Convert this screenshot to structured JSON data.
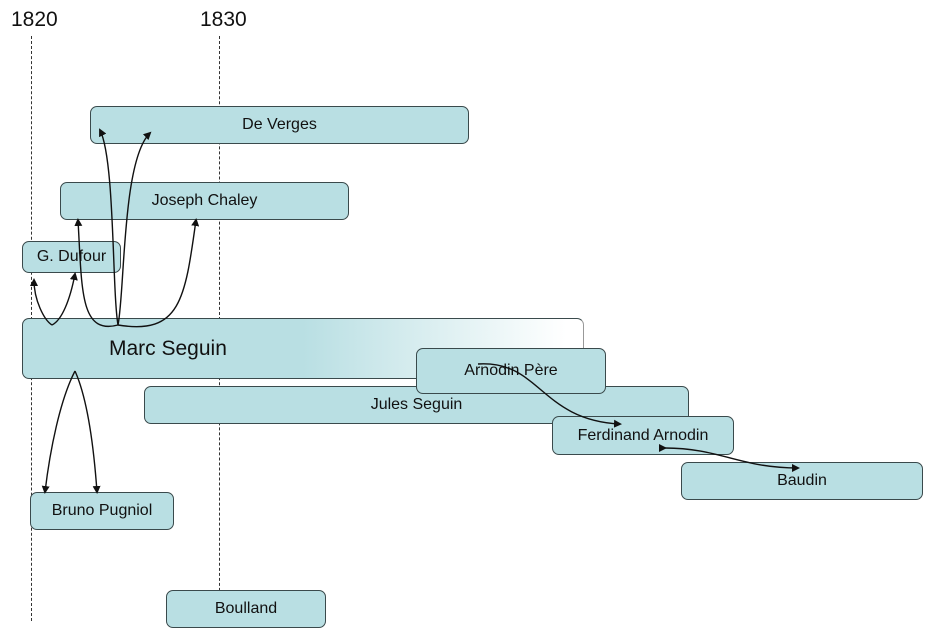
{
  "timeline": {
    "years": [
      {
        "label": "1820"
      },
      {
        "label": "1830"
      }
    ]
  },
  "people": {
    "de_verges": "De Verges",
    "joseph_chaley": "Joseph Chaley",
    "g_dufour": "G. Dufour",
    "marc_seguin": "Marc Seguin",
    "arnodin_pere": "Arnodin Père",
    "jules_seguin": "Jules Seguin",
    "ferdinand_arnodin": "Ferdinand Arnodin",
    "baudin": "Baudin",
    "bruno_pugniol": "Bruno Pugniol",
    "boulland": "Boulland"
  },
  "relations": [
    {
      "from": "Marc Seguin",
      "to": "De Verges"
    },
    {
      "from": "Marc Seguin",
      "to": "Joseph Chaley"
    },
    {
      "from": "Marc Seguin",
      "to": "G. Dufour"
    },
    {
      "from": "Marc Seguin",
      "to": "Bruno Pugniol"
    },
    {
      "from": "Arnodin Père",
      "to": "Ferdinand Arnodin"
    },
    {
      "from": "Ferdinand Arnodin",
      "to": "Baudin"
    }
  ],
  "colors": {
    "box_fill": "#b9dfe3",
    "box_border": "#3a4a4c",
    "line": "#111111"
  }
}
